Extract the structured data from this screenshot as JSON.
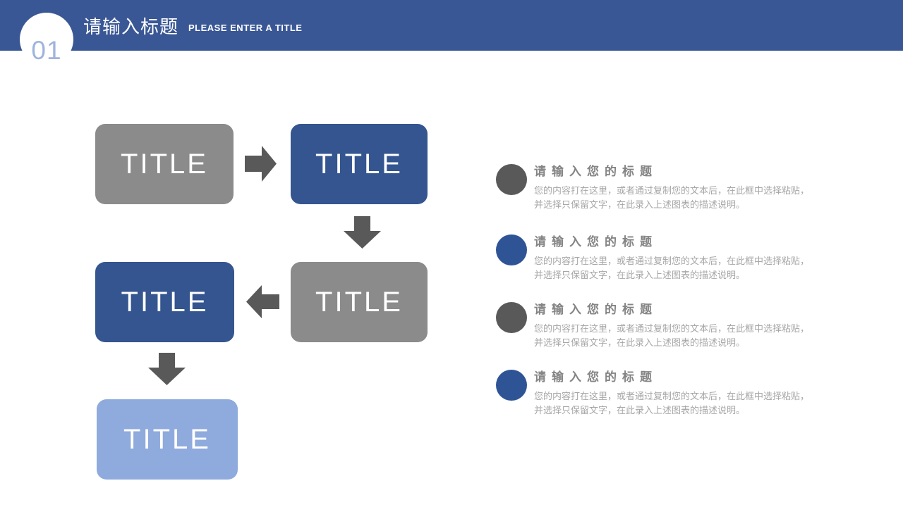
{
  "header": {
    "number": "01",
    "title": "请输入标题",
    "subtitle": "PLEASE ENTER A TITLE"
  },
  "flowchart": {
    "boxes": [
      {
        "label": "TITLE",
        "variant": "gray"
      },
      {
        "label": "TITLE",
        "variant": "blue"
      },
      {
        "label": "TITLE",
        "variant": "blue"
      },
      {
        "label": "TITLE",
        "variant": "gray"
      },
      {
        "label": "TITLE",
        "variant": "lightblue"
      }
    ],
    "arrows": [
      {
        "direction": "right"
      },
      {
        "direction": "down"
      },
      {
        "direction": "left"
      },
      {
        "direction": "down"
      }
    ]
  },
  "list": {
    "items": [
      {
        "bullet": "gray",
        "title": "请输入您的标题",
        "body": "您的内容打在这里，或者通过复制您的文本后，在此框中选择粘贴，并选择只保留文字，在此录入上述图表的描述说明。"
      },
      {
        "bullet": "blue",
        "title": "请输入您的标题",
        "body": "您的内容打在这里，或者通过复制您的文本后，在此框中选择粘贴，并选择只保留文字，在此录入上述图表的描述说明。"
      },
      {
        "bullet": "gray",
        "title": "请输入您的标题",
        "body": "您的内容打在这里，或者通过复制您的文本后，在此框中选择粘贴，并选择只保留文字，在此录入上述图表的描述说明。"
      },
      {
        "bullet": "blue",
        "title": "请输入您的标题",
        "body": "您的内容打在这里，或者通过复制您的文本后，在此框中选择粘贴，并选择只保留文字，在此录入上述图表的描述说明。"
      }
    ]
  },
  "colors": {
    "header_blue": "#3A5795",
    "box_blue": "#34558F",
    "box_gray": "#8B8B8B",
    "box_lightblue": "#8FAADC",
    "arrow_gray": "#595959",
    "bullet_gray": "#595959",
    "bullet_blue": "#2F5496",
    "badge_number": "#9FB4DC",
    "heading_gray": "#848484",
    "body_gray": "#A6A6A6"
  }
}
